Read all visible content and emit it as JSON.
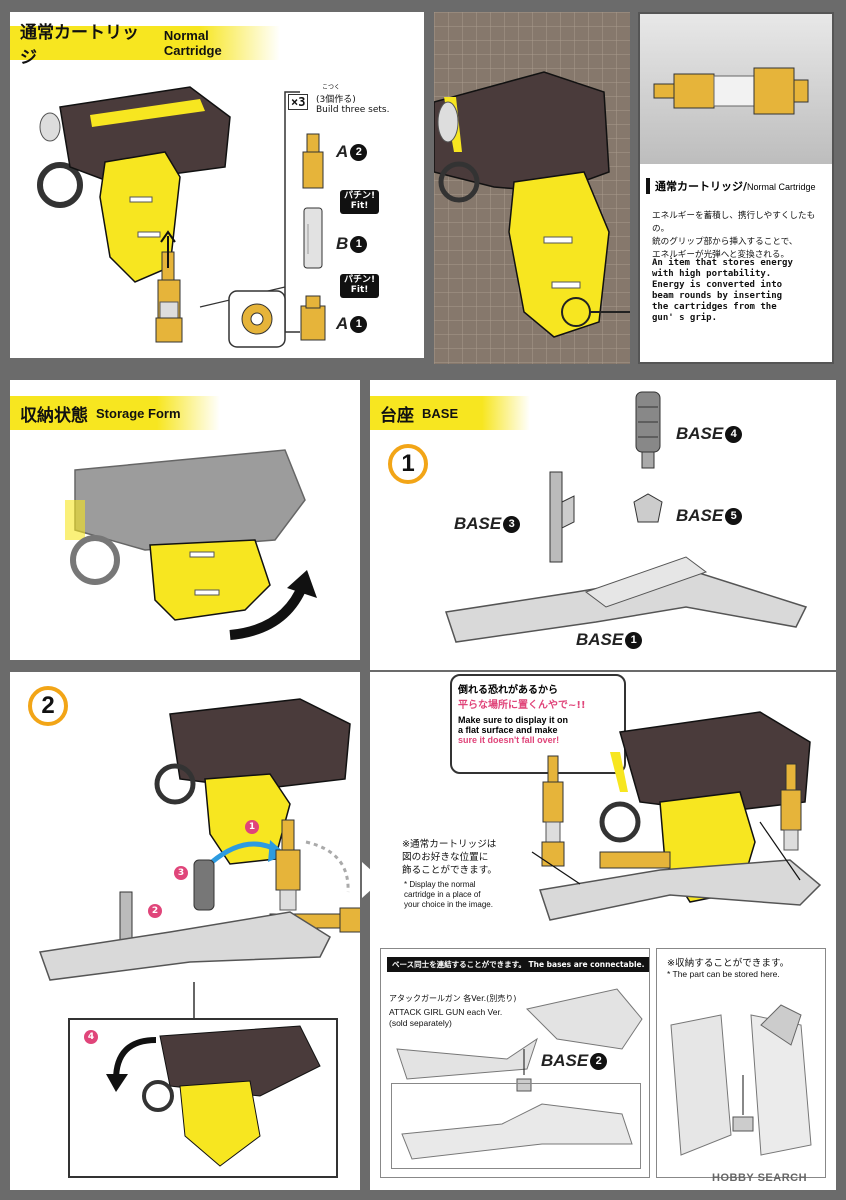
{
  "cartridge_section": {
    "title_jp": "通常カートリッジ",
    "title_en": "Normal Cartridge",
    "multiplier": "×3",
    "furigana": "こつく",
    "build_jp": "(3個作る)",
    "build_en": "Build three sets.",
    "part_a2": "A",
    "part_a2_num": "2",
    "part_b1": "B",
    "part_b1_num": "1",
    "part_a1": "A",
    "part_a1_num": "1",
    "fit_label_1": "パチン!\nFit!",
    "fit_label_2": "パチン!\nFit!"
  },
  "info_card": {
    "title_jp": "通常カートリッジ",
    "title_sep": "/",
    "title_en": "Normal Cartridge",
    "desc_jp": "エネルギーを蓄積し、携行しやすくしたもの。\n銃のグリップ部から挿入することで、\nエネルギーが光弾へと変換される。",
    "desc_en": "An item that stores energy\nwith high portability.\nEnergy is converted into\nbeam rounds by inserting\nthe cartridges from the\ngun' s grip."
  },
  "storage_section": {
    "title_jp": "収納状態",
    "title_en": "Storage Form"
  },
  "base_section": {
    "title_jp": "台座",
    "title_en": "BASE",
    "step1": "1",
    "labels": [
      {
        "text": "BASE",
        "num": "4"
      },
      {
        "text": "BASE",
        "num": "3"
      },
      {
        "text": "BASE",
        "num": "5"
      },
      {
        "text": "BASE",
        "num": "1"
      }
    ]
  },
  "step2_section": {
    "step2": "2",
    "steps": [
      "1",
      "2",
      "3",
      "4"
    ]
  },
  "warning": {
    "jp_line1": "倒れる恐れがあるから",
    "jp_line2": "平らな場所に置くんやで~!!",
    "en_line1": "Make sure to display it on",
    "en_line2": "a flat surface and make",
    "en_line3": "sure it doesn't fall over!"
  },
  "display_note": {
    "jp": "※通常カートリッジは\n図のお好きな位置に\n飾ることができます。",
    "en": "* Display the normal\ncartridge in a place of\nyour choice in the image."
  },
  "connect_box": {
    "title": "ベース同士を連結することができます。 The bases are connectable.",
    "product_jp": "アタックガールガン 各Ver.(別売り)",
    "product_en": "ATTACK GIRL GUN each Ver.\n(sold separately)",
    "base_label": "BASE",
    "base_num": "2"
  },
  "storable_note": {
    "jp": "※収納することができます。",
    "en": "* The part can be stored here."
  },
  "watermark": {
    "text": "HOBBY SEARCH"
  },
  "colors": {
    "yellow": "#f7e620",
    "dark": "#4a3b3b",
    "cartridge": "#e6b43a",
    "accent_orange": "#f2a517",
    "accent_pink": "#e0457a",
    "arrow_blue": "#2d9be0"
  }
}
